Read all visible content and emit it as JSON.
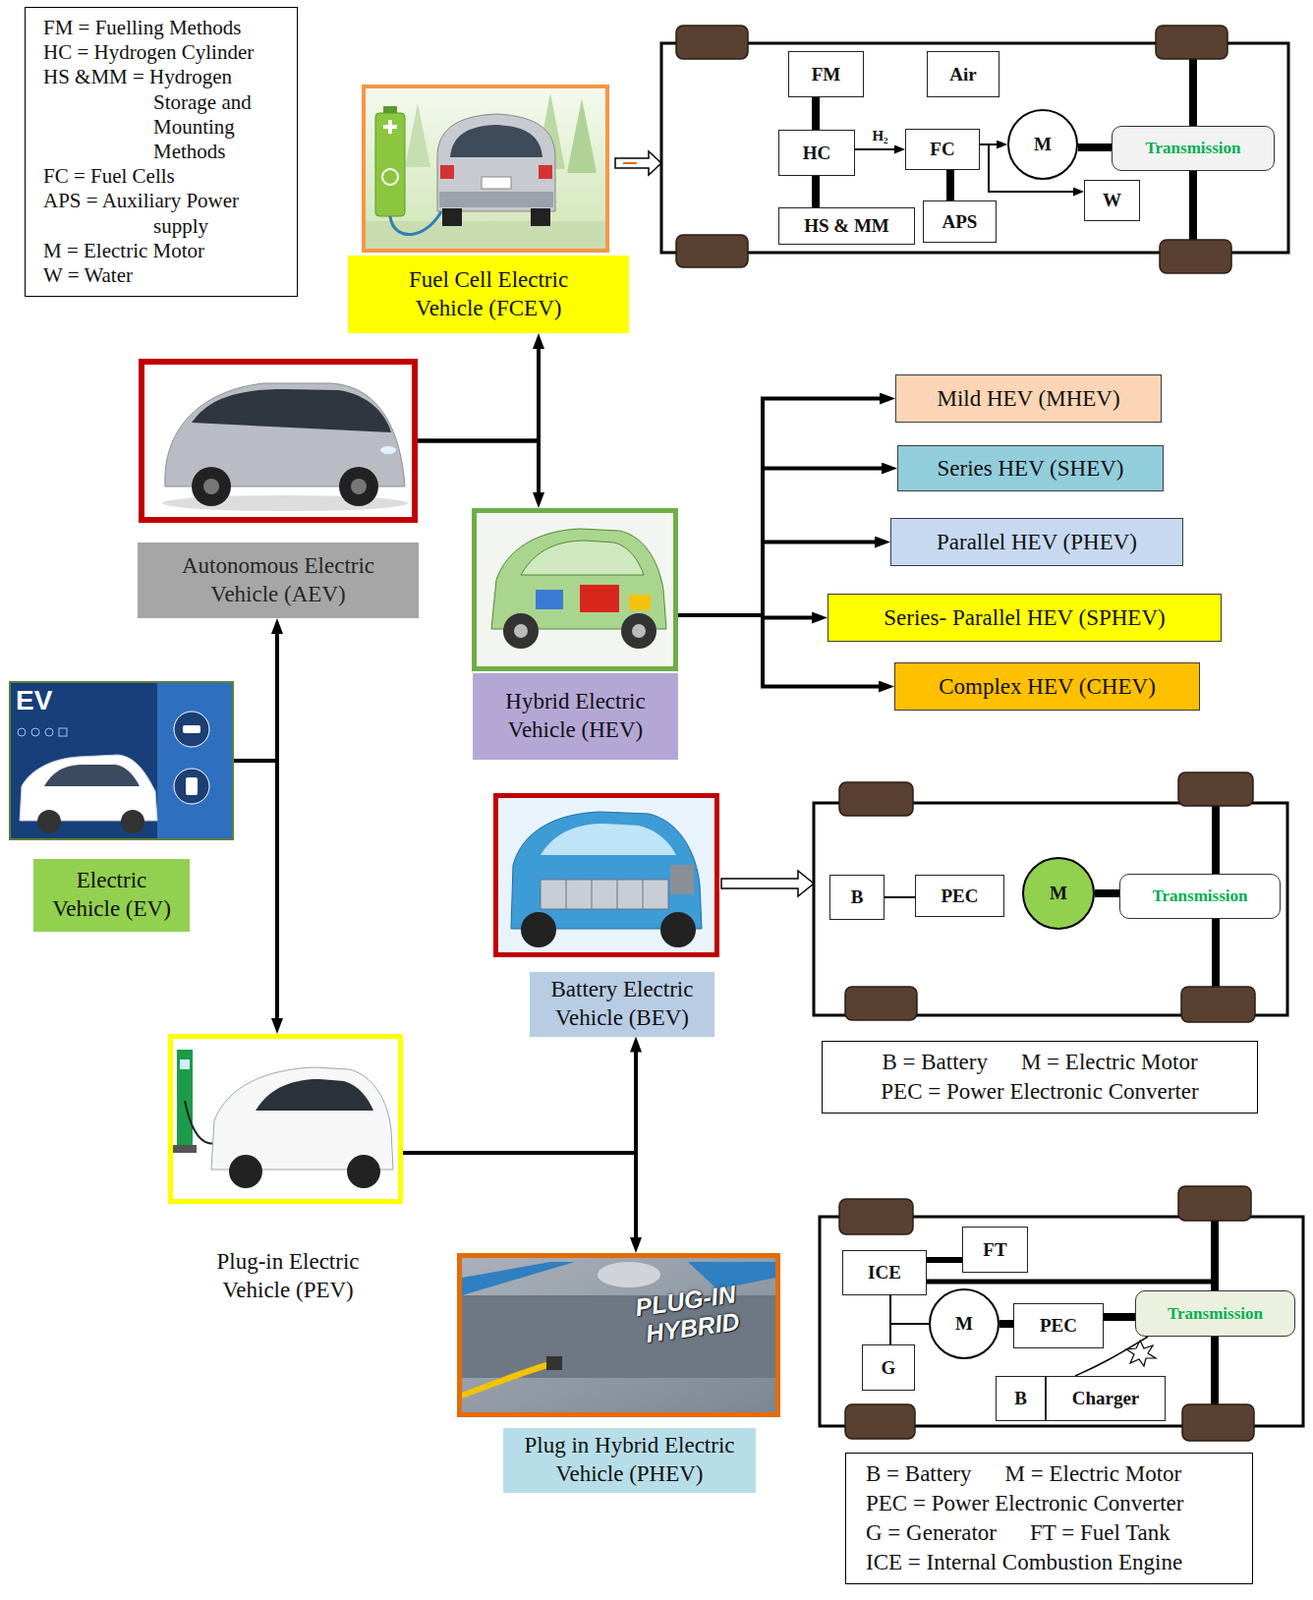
{
  "diagram": {
    "nodes": [
      {
        "text": [
          "FM = Fuelling Methods",
          "HC = Hydrogen Cylinder",
          "HS &MM = Hydrogen Storage and Mounting Methods",
          "FC = Fuel Cells",
          "APS = Auxiliary Power supply",
          "M = Electric Motor",
          "W = Water"
        ]
      },
      {
        "text": [
          "FM"
        ]
      },
      {
        "text": [
          "Air"
        ]
      },
      {
        "text": [
          "HC"
        ]
      },
      {
        "text": [
          "FC"
        ]
      },
      {
        "text": [
          "M"
        ]
      },
      {
        "text": [
          "Transmission"
        ]
      },
      {
        "text": [
          "W"
        ]
      },
      {
        "text": [
          "HS & MM"
        ]
      },
      {
        "text": [
          "APS"
        ]
      },
      {
        "text": [
          "Fuel Cell Electric Vehicle (FCEV)"
        ]
      },
      {
        "text": [
          "Autonomous Electric Vehicle (AEV)"
        ]
      },
      {
        "text": [
          "Mild HEV (MHEV)"
        ]
      },
      {
        "text": [
          "Series HEV (SHEV)"
        ]
      },
      {
        "text": [
          "Parallel HEV (PHEV)"
        ]
      },
      {
        "text": [
          "Hybrid Electric Vehicle (HEV)"
        ]
      },
      {
        "text": [
          "Series- Parallel HEV (SPHEV)"
        ]
      },
      {
        "text": [
          "Complex HEV (CHEV)"
        ]
      },
      {
        "text": [
          "Electric Vehicle (EV)"
        ]
      },
      {
        "text": [
          "Battery Electric Vehicle (BEV)"
        ]
      },
      {
        "text": [
          "B"
        ]
      },
      {
        "text": [
          "PEC"
        ]
      },
      {
        "text": [
          "M"
        ]
      },
      {
        "text": [
          "Transmission"
        ]
      },
      {
        "text": [
          "B = Battery",
          "M = Electric Motor",
          "PEC = Power Electronic Converter"
        ]
      },
      {
        "text": [
          "Plug-in Electric Vehicle (PEV)"
        ]
      },
      {
        "text": [
          "FT"
        ]
      },
      {
        "text": [
          "ICE"
        ]
      },
      {
        "text": [
          "Plug in Hybrid Electric Vehicle (PHEV)"
        ]
      },
      {
        "text": [
          "Transmission"
        ]
      },
      {
        "text": [
          "M"
        ]
      },
      {
        "text": [
          "PEC"
        ]
      },
      {
        "text": [
          "G"
        ]
      },
      {
        "text": [
          "B"
        ]
      },
      {
        "text": [
          "Charger"
        ]
      },
      {
        "text": [
          "B = Battery",
          "M = Electric Motor",
          "PEC = Power Electronic Converter",
          "G = Generator",
          "FT = Fuel Tank",
          "ICE = Internal Combustion Engine"
        ]
      }
    ],
    "edges": [
      {
        "from": 18,
        "to": 11,
        "arrow": "to"
      },
      {
        "from": 18,
        "to": 25,
        "arrow": "to"
      },
      {
        "from": 11,
        "to": 10,
        "arrow": "to"
      },
      {
        "from": 11,
        "to": 15,
        "arrow": "to"
      },
      {
        "from": 15,
        "to": 12,
        "arrow": "to"
      },
      {
        "from": 15,
        "to": 13,
        "arrow": "to"
      },
      {
        "from": 15,
        "to": 14,
        "arrow": "to"
      },
      {
        "from": 15,
        "to": 16,
        "arrow": "to"
      },
      {
        "from": 15,
        "to": 17,
        "arrow": "to"
      },
      {
        "from": 25,
        "to": 19,
        "arrow": "to"
      },
      {
        "from": 25,
        "to": 28,
        "arrow": "to"
      },
      {
        "from": 1,
        "to": 3,
        "arrow": "none"
      },
      {
        "from": 3,
        "to": 8,
        "arrow": "none"
      },
      {
        "from": 3,
        "to": 4,
        "label": "H₂",
        "arrow": "to"
      },
      {
        "from": 4,
        "to": 9,
        "arrow": "none"
      },
      {
        "from": 4,
        "to": 5,
        "arrow": "to"
      },
      {
        "from": 4,
        "to": 7,
        "arrow": "to"
      },
      {
        "from": 5,
        "to": 6,
        "arrow": "none"
      },
      {
        "from": 20,
        "to": 21,
        "arrow": "none"
      },
      {
        "from": 22,
        "to": 23,
        "arrow": "none"
      },
      {
        "from": 27,
        "to": 26,
        "arrow": "none"
      },
      {
        "from": 27,
        "to": 32,
        "arrow": "none"
      },
      {
        "from": 27,
        "to": 30,
        "arrow": "none"
      },
      {
        "from": 30,
        "to": 31,
        "arrow": "none"
      },
      {
        "from": 31,
        "to": 29,
        "arrow": "none"
      },
      {
        "from": 34,
        "to": 29,
        "arrow": "none"
      }
    ],
    "labels": [
      "EV",
      "PLUG-IN HYBRID"
    ]
  }
}
